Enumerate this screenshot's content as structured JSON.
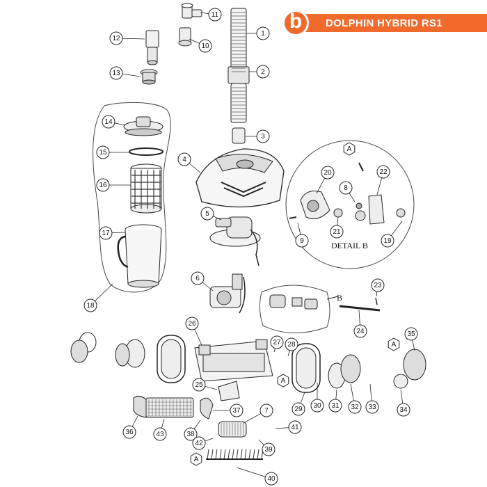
{
  "header": {
    "badge_letter": "b",
    "title": "DOLPHIN HYBRID RS1",
    "brand_color": "#ef6a2b"
  },
  "detail": {
    "label": "DETAIL B",
    "pointer_letter": "B"
  },
  "callouts": [
    {
      "id": "1"
    },
    {
      "id": "2"
    },
    {
      "id": "3"
    },
    {
      "id": "4"
    },
    {
      "id": "5"
    },
    {
      "id": "6"
    },
    {
      "id": "7"
    },
    {
      "id": "8"
    },
    {
      "id": "9"
    },
    {
      "id": "10"
    },
    {
      "id": "11"
    },
    {
      "id": "12"
    },
    {
      "id": "13"
    },
    {
      "id": "14"
    },
    {
      "id": "15"
    },
    {
      "id": "16"
    },
    {
      "id": "17"
    },
    {
      "id": "18"
    },
    {
      "id": "19"
    },
    {
      "id": "20"
    },
    {
      "id": "21"
    },
    {
      "id": "22"
    },
    {
      "id": "23"
    },
    {
      "id": "24"
    },
    {
      "id": "25"
    },
    {
      "id": "26"
    },
    {
      "id": "27"
    },
    {
      "id": "28"
    },
    {
      "id": "29"
    },
    {
      "id": "30"
    },
    {
      "id": "31"
    },
    {
      "id": "32"
    },
    {
      "id": "33"
    },
    {
      "id": "34"
    },
    {
      "id": "35"
    },
    {
      "id": "36"
    },
    {
      "id": "37"
    },
    {
      "id": "38"
    },
    {
      "id": "39"
    },
    {
      "id": "40"
    },
    {
      "id": "41"
    },
    {
      "id": "42"
    },
    {
      "id": "43"
    }
  ],
  "markers": [
    {
      "letter": "A"
    },
    {
      "letter": "A"
    },
    {
      "letter": "A"
    },
    {
      "letter": "A"
    }
  ]
}
